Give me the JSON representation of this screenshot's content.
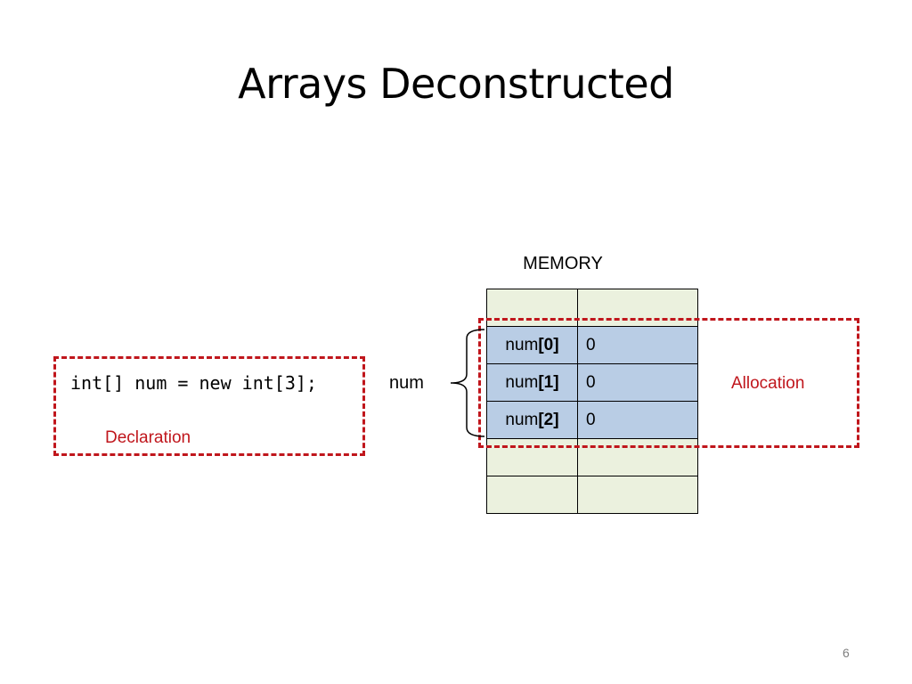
{
  "slide": {
    "title": "Arrays Deconstructed",
    "page_number": "6"
  },
  "memory": {
    "label": "MEMORY",
    "rows": [
      {
        "name": "",
        "value": "",
        "state": "free"
      },
      {
        "name_prefix": "num",
        "name_index": "[0]",
        "value": "0",
        "state": "allocated"
      },
      {
        "name_prefix": "num",
        "name_index": "[1]",
        "value": "0",
        "state": "allocated"
      },
      {
        "name_prefix": "num",
        "name_index": "[2]",
        "value": "0",
        "state": "allocated"
      },
      {
        "name": "",
        "value": "",
        "state": "free"
      },
      {
        "name": "",
        "value": "",
        "state": "free"
      }
    ]
  },
  "code": {
    "statement": "int[] num = new int[3];"
  },
  "labels": {
    "variable": "num",
    "declaration": "Declaration",
    "allocation": "Allocation"
  },
  "colors": {
    "dashed_border": "#c0161c",
    "free_cell": "#ebf1de",
    "allocated_cell": "#b9cde5"
  }
}
